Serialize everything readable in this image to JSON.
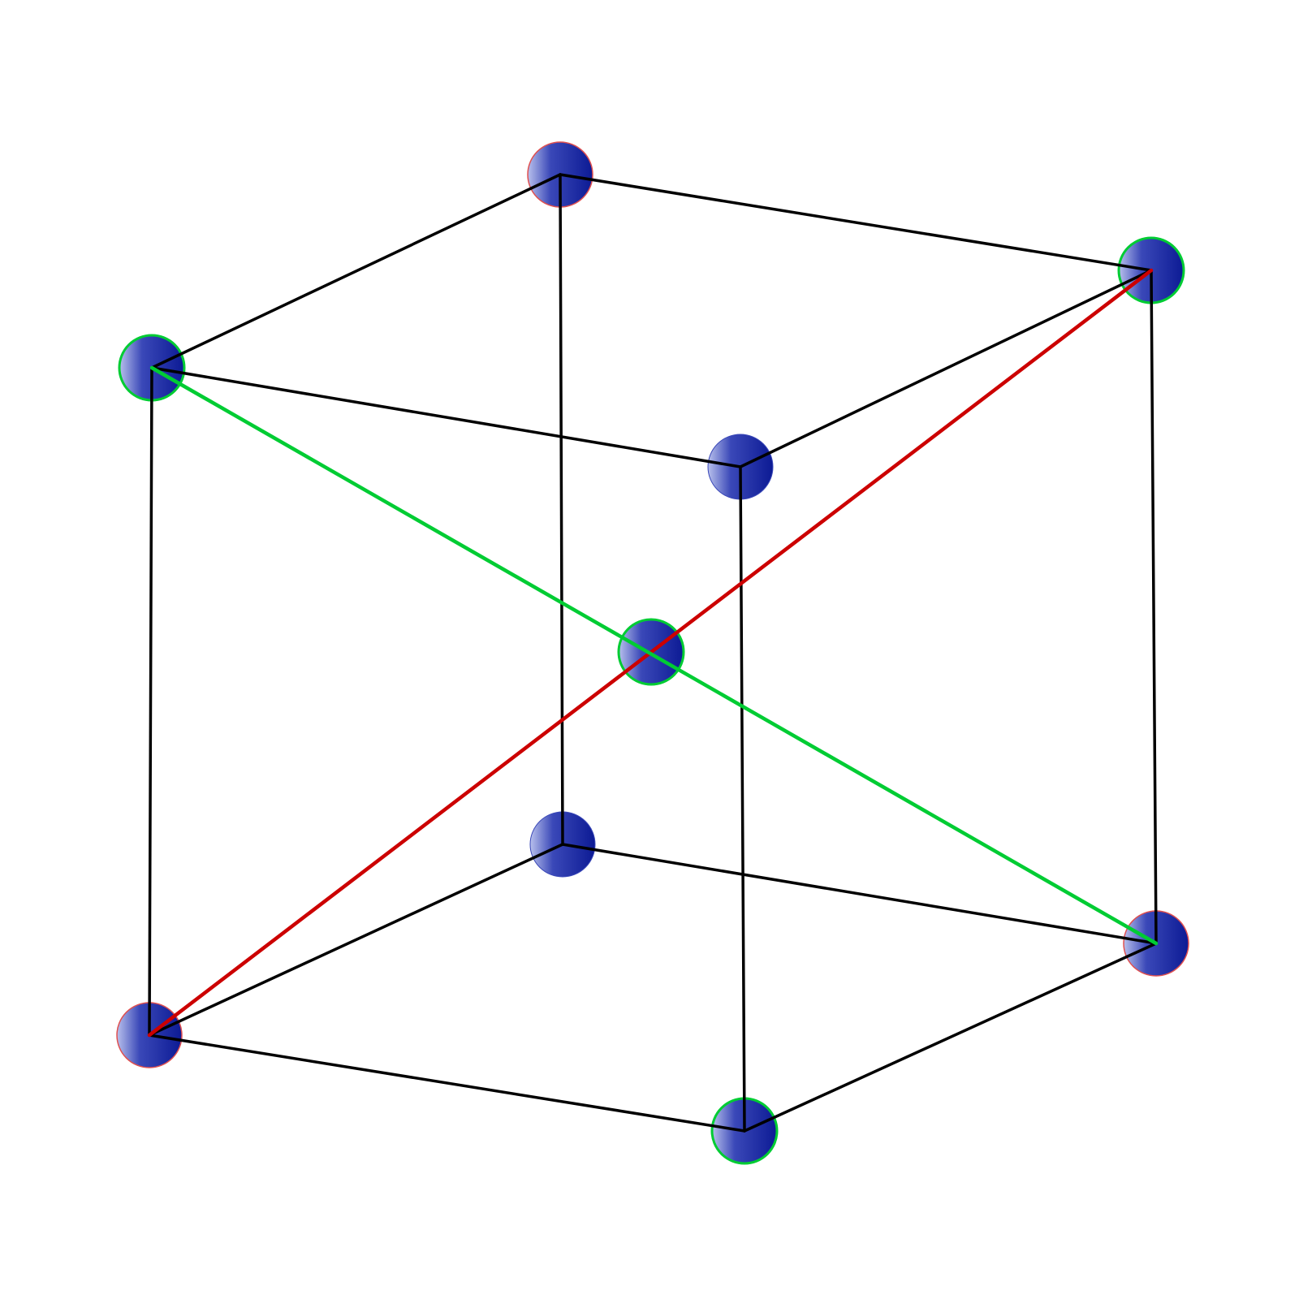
{
  "diagram": {
    "type": "body-centered-cubic-unit-cell",
    "colors": {
      "background": "#ffffff",
      "edge": "#000000",
      "diagonal_red": "#cc0000",
      "diagonal_green": "#00cc33",
      "atom_light": "#b8c0ec",
      "atom_mid": "#3a48b8",
      "atom_dark": "#0c1a94",
      "atom_outline_red": "#e05050",
      "atom_outline_green": "#00cc33",
      "atom_outline_none": "#3a48b8"
    },
    "atoms": [
      {
        "id": "back-top-left",
        "highlight": "red"
      },
      {
        "id": "back-top-right",
        "highlight": "green"
      },
      {
        "id": "front-top-left",
        "highlight": "green"
      },
      {
        "id": "front-top-right",
        "highlight": "none"
      },
      {
        "id": "body-center",
        "highlight": "green"
      },
      {
        "id": "back-bottom-left",
        "highlight": "none"
      },
      {
        "id": "back-bottom-right",
        "highlight": "red"
      },
      {
        "id": "front-bottom-left",
        "highlight": "red"
      },
      {
        "id": "front-bottom-right",
        "highlight": "green"
      }
    ],
    "edges": [
      [
        "back-top-left",
        "back-top-right"
      ],
      [
        "back-top-left",
        "front-top-left"
      ],
      [
        "front-top-left",
        "front-top-right"
      ],
      [
        "back-top-right",
        "front-top-right"
      ],
      [
        "back-bottom-left",
        "back-bottom-right"
      ],
      [
        "back-bottom-left",
        "front-bottom-left"
      ],
      [
        "front-bottom-left",
        "front-bottom-right"
      ],
      [
        "back-bottom-right",
        "front-bottom-right"
      ],
      [
        "back-top-left",
        "back-bottom-left"
      ],
      [
        "back-top-right",
        "back-bottom-right"
      ],
      [
        "front-top-left",
        "front-bottom-left"
      ],
      [
        "front-top-right",
        "front-bottom-right"
      ]
    ],
    "diagonals": [
      {
        "from": "front-bottom-left",
        "to": "back-top-right",
        "color": "red"
      },
      {
        "from": "front-top-left",
        "to": "back-bottom-right",
        "color": "green"
      }
    ]
  }
}
